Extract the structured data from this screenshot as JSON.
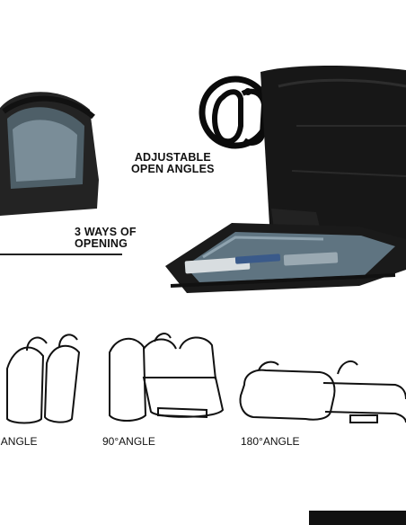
{
  "feature": {
    "line1": "ADJUSTABLE",
    "line2": "OPEN ANGLES"
  },
  "ways": {
    "line1": "3 WAYS OF",
    "line2": "OPENING"
  },
  "angles": {
    "first": "°ANGLE",
    "second": "90°ANGLE",
    "third": "180°ANGLE"
  },
  "colors": {
    "text": "#111111",
    "backpack": "#1b1b1b",
    "lining": "#5f7481"
  }
}
